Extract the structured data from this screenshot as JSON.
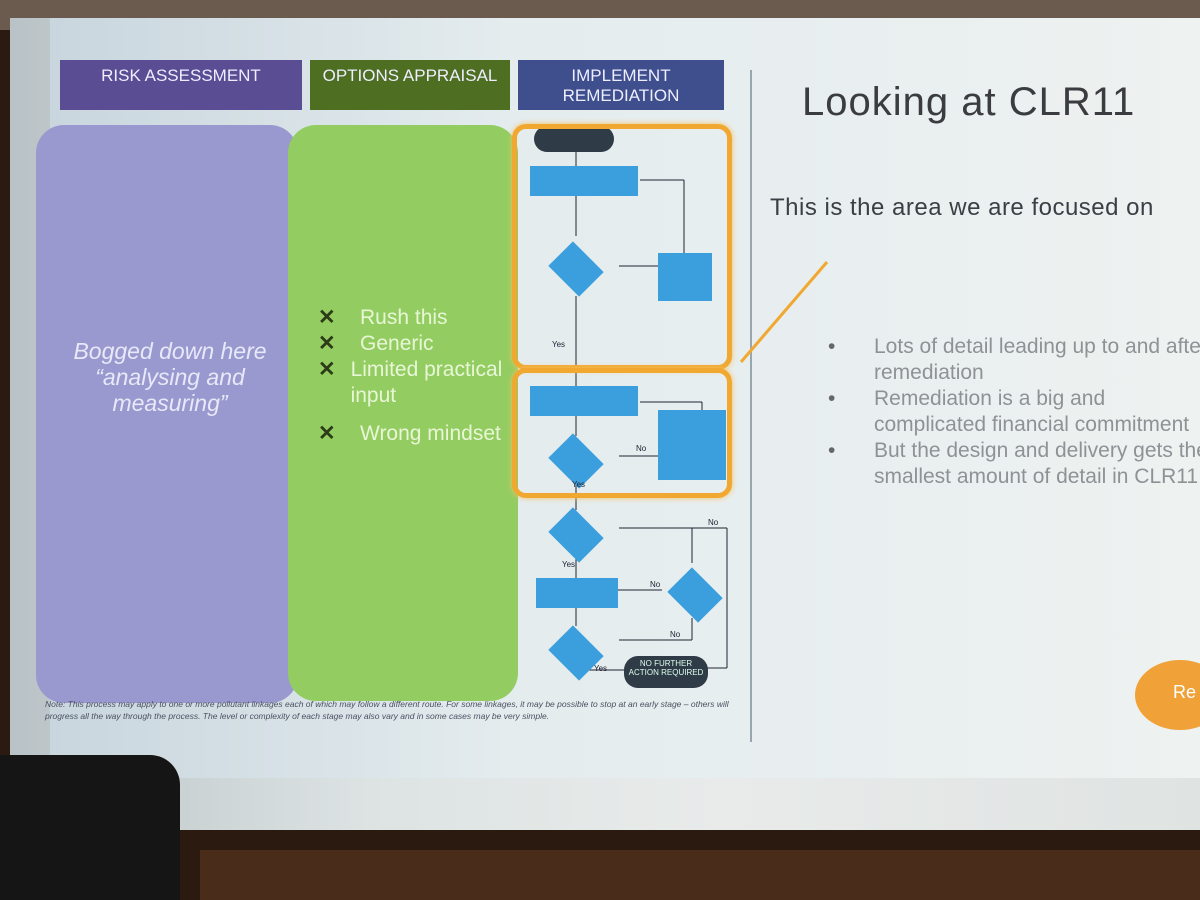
{
  "slide": {
    "headers": {
      "risk": "RISK ASSESSMENT",
      "options": "OPTIONS APPRAISAL",
      "implement": "IMPLEMENT REMEDIATION"
    },
    "risk_text": "Bogged down here “analysing and measuring”",
    "options_items": [
      {
        "mark": "✕",
        "text": "Rush this"
      },
      {
        "mark": "✕",
        "text": "Generic"
      },
      {
        "mark": "✕",
        "text": "Limited practical input"
      },
      {
        "mark": "✕",
        "text": "Wrong mindset"
      }
    ],
    "flowchart": {
      "terminal_bottom": "NO FURTHER ACTION REQUIRED",
      "yes": "Yes",
      "no": "No"
    },
    "note": "Note: This process may apply to one or more pollutant linkages each of which may follow a different route. For some linkages, it may be possible to stop at an early stage – others will progress all the way through the process. The level or complexity of each stage may also vary and in some cases may be very simple.",
    "title": "Looking at CLR11",
    "focus": "This is the area we are focused on",
    "bullets": [
      "Lots of detail leading up to and after remediation",
      "Remediation is a big and complicated financial commitment",
      "But the design and delivery gets the smallest amount of detail in CLR11"
    ],
    "oval_label": "Re",
    "colors": {
      "highlight": "#f0a830",
      "flow_box": "#3b9fde"
    }
  }
}
